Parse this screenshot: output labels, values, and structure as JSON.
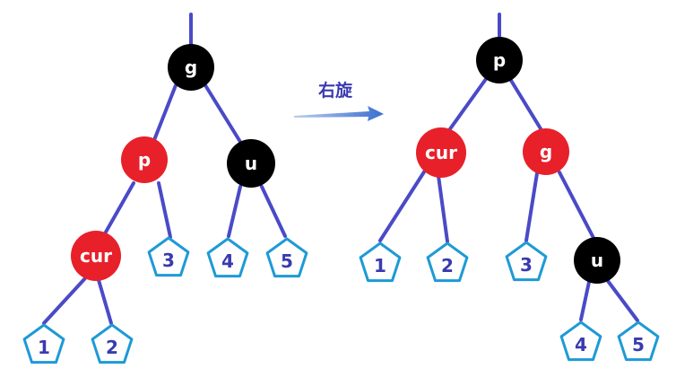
{
  "colors": {
    "edge": "#4a4ac8",
    "red": "#e8202a",
    "black": "#000000",
    "subtree_stroke": "#1e9ad6",
    "subtree_text": "#3a3ab0",
    "arrow": "#3a6fd0"
  },
  "operation_label": "右旋",
  "before": {
    "nodes": [
      {
        "label": "g",
        "color": "black"
      },
      {
        "label": "p",
        "color": "red"
      },
      {
        "label": "u",
        "color": "black"
      },
      {
        "label": "cur",
        "color": "red"
      }
    ],
    "subtrees": [
      "1",
      "2",
      "3",
      "4",
      "5"
    ]
  },
  "after": {
    "nodes": [
      {
        "label": "p",
        "color": "black"
      },
      {
        "label": "cur",
        "color": "red"
      },
      {
        "label": "g",
        "color": "red"
      },
      {
        "label": "u",
        "color": "black"
      }
    ],
    "subtrees": [
      "1",
      "2",
      "3",
      "4",
      "5"
    ]
  }
}
